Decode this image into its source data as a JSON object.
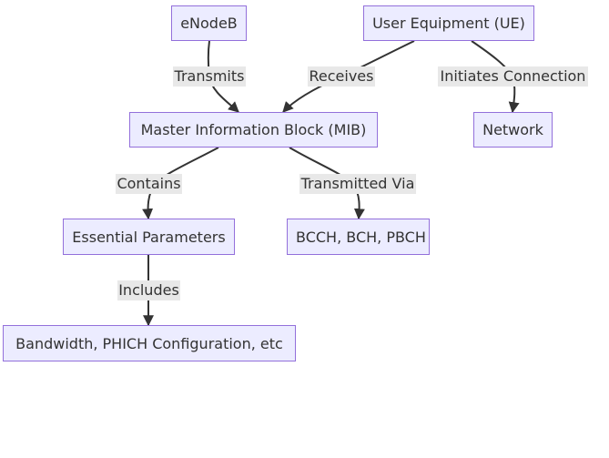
{
  "nodes": {
    "enodeb": "eNodeB",
    "ue": "User Equipment (UE)",
    "mib": "Master Information Block (MIB)",
    "network": "Network",
    "params": "Essential Parameters",
    "channels": "BCCH, BCH, PBCH",
    "bandwidth": "Bandwidth, PHICH Configuration, etc"
  },
  "edges": {
    "transmits": "Transmits",
    "receives": "Receives",
    "initiates": "Initiates Connection",
    "contains": "Contains",
    "transmitted_via": "Transmitted Via",
    "includes": "Includes"
  },
  "colors": {
    "node_fill": "#ececff",
    "node_border": "#9370db",
    "edge": "#333333",
    "label_bg": "#e8e8e8"
  }
}
